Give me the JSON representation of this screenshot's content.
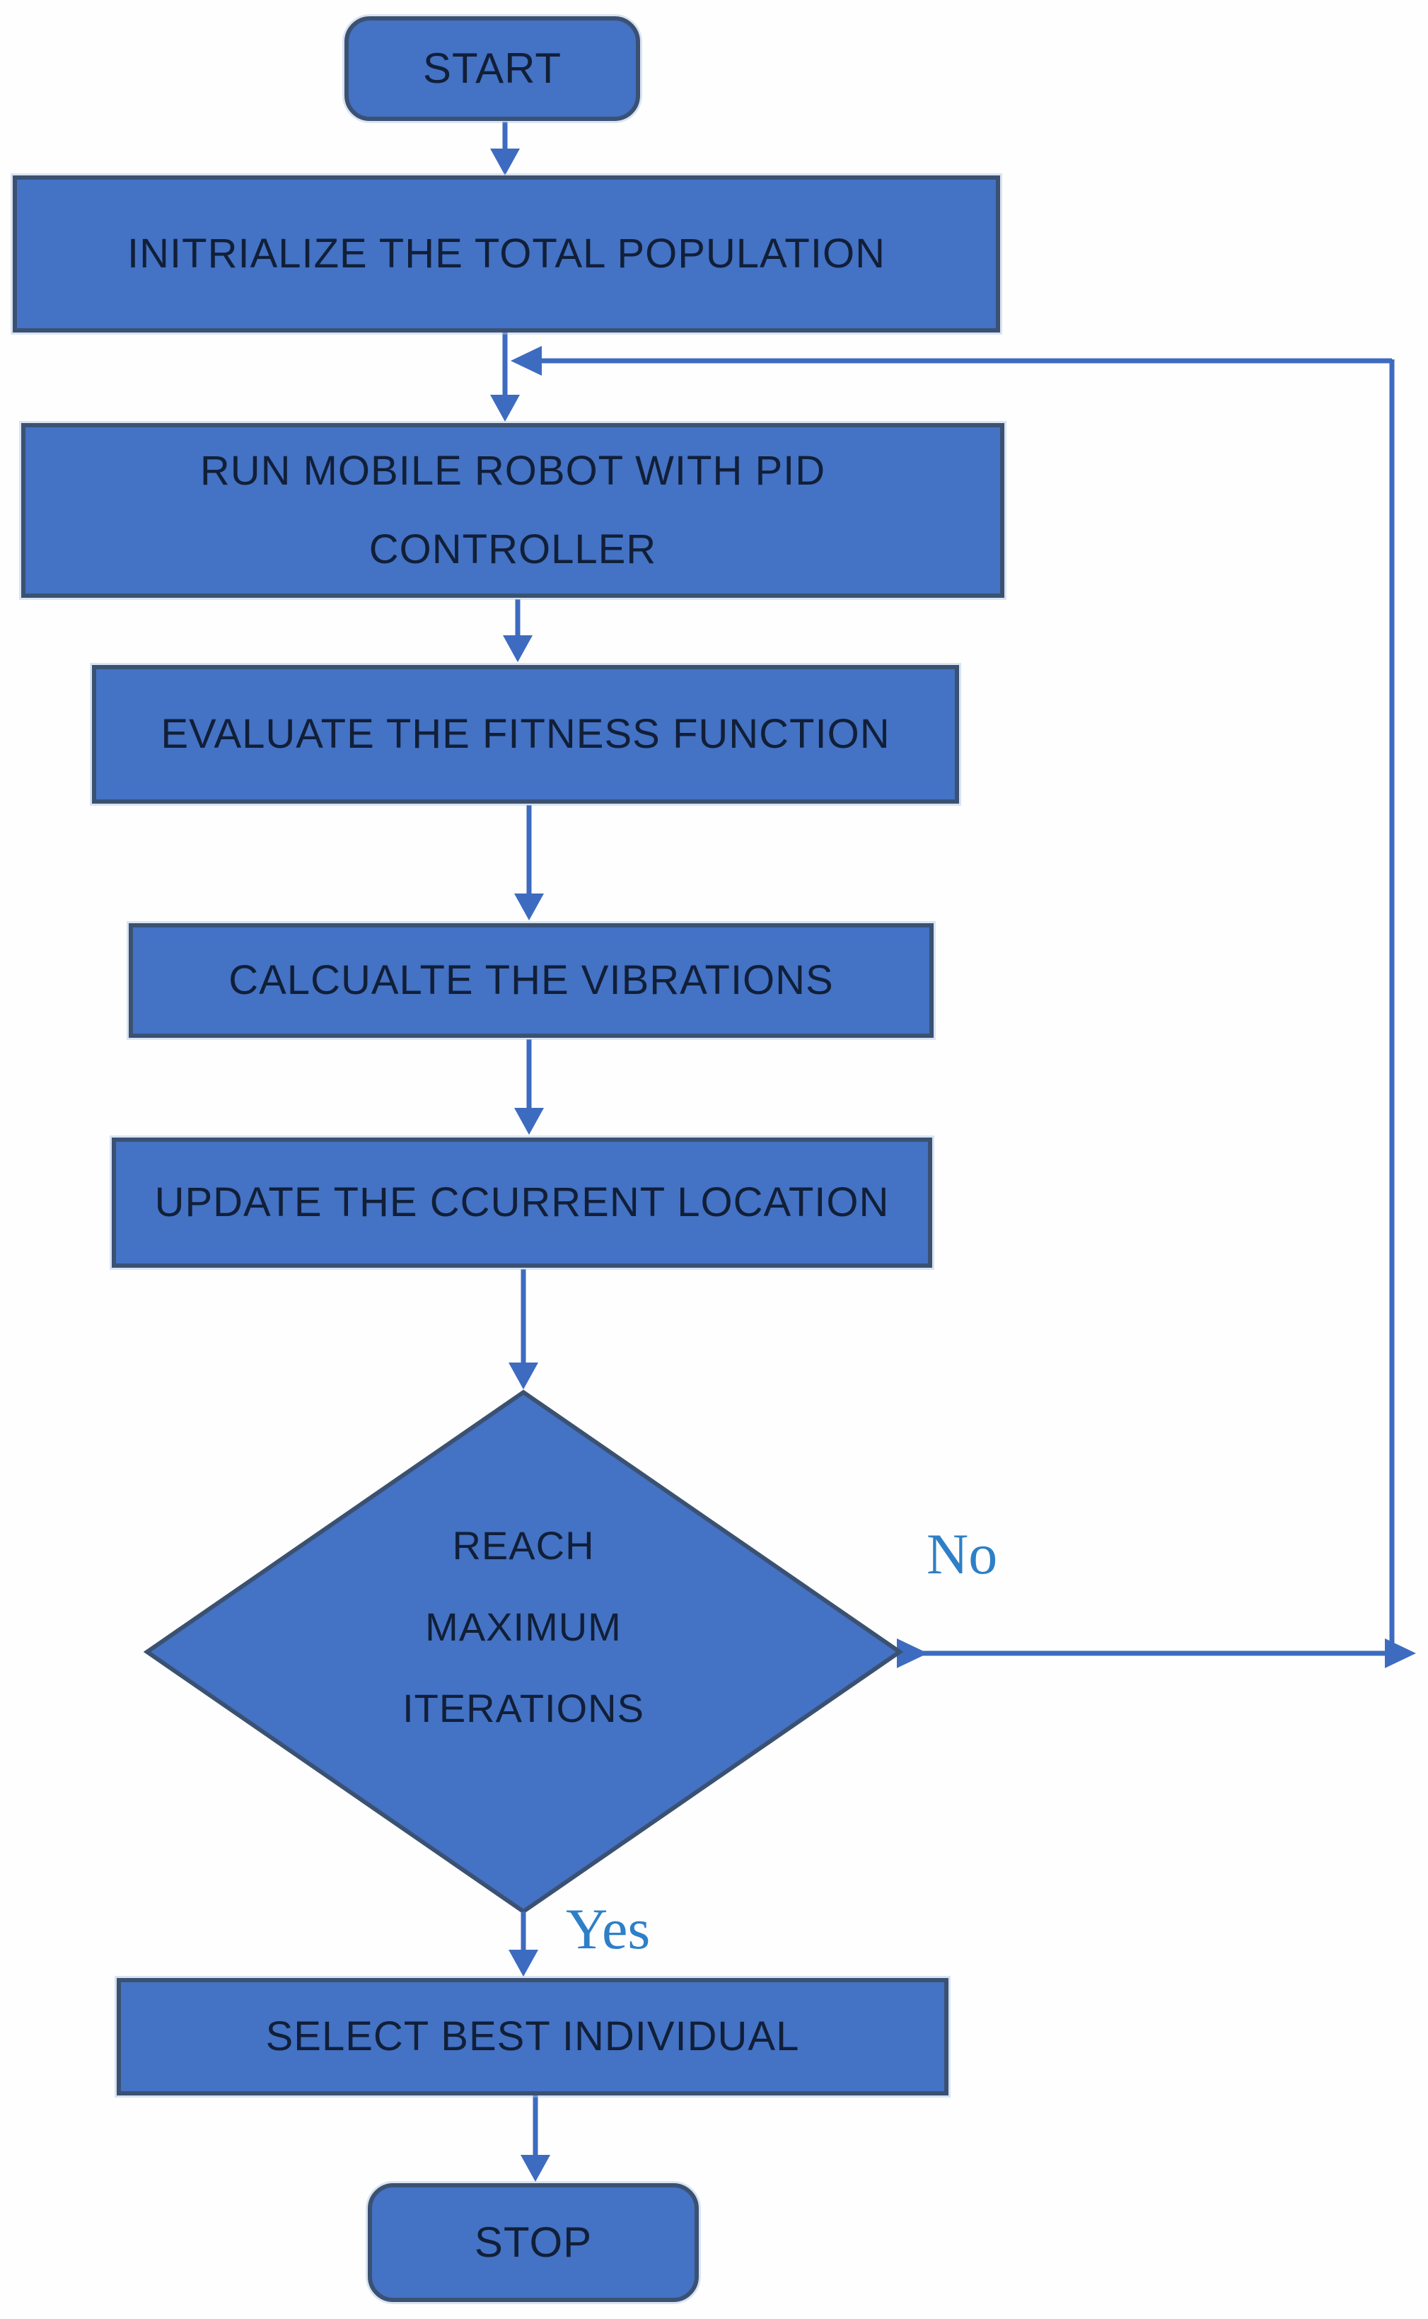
{
  "diagram": {
    "type": "flowchart",
    "colors": {
      "node_fill": "#4472C4",
      "node_border": "#3B5172",
      "node_text": "#111F38",
      "arrow": "#3D6BC0",
      "edge_label_text": "#2E7FC7",
      "background": "#FEFEFE"
    },
    "nodes": {
      "start": {
        "shape": "terminator",
        "label": "START"
      },
      "init": {
        "shape": "process",
        "label": "INITRIALIZE THE TOTAL POPULATION"
      },
      "run": {
        "shape": "process",
        "label": "RUN MOBILE ROBOT WITH PID CONTROLLER",
        "lines": [
          "RUN MOBILE ROBOT WITH PID",
          "CONTROLLER"
        ]
      },
      "evaluate": {
        "shape": "process",
        "label": "EVALUATE THE FITNESS FUNCTION"
      },
      "calculate": {
        "shape": "process",
        "label": "CALCUALTE THE VIBRATIONS"
      },
      "update": {
        "shape": "process",
        "label": "UPDATE THE CCURRENT LOCATION"
      },
      "decision": {
        "shape": "decision",
        "label": "REACH MAXIMUM ITERATIONS",
        "lines": [
          "REACH",
          "MAXIMUM",
          "ITERATIONS"
        ]
      },
      "select": {
        "shape": "process",
        "label": "SELECT BEST INDIVIDUAL"
      },
      "stop": {
        "shape": "terminator",
        "label": "STOP"
      }
    },
    "edge_labels": {
      "no": "No",
      "yes": "Yes"
    },
    "edges": [
      {
        "from": "start",
        "to": "init"
      },
      {
        "from": "init",
        "to": "run"
      },
      {
        "from": "run",
        "to": "evaluate"
      },
      {
        "from": "evaluate",
        "to": "calculate"
      },
      {
        "from": "calculate",
        "to": "update"
      },
      {
        "from": "update",
        "to": "decision"
      },
      {
        "from": "decision",
        "to": "run",
        "label": "No",
        "route": "right-side loop rejoining above run"
      },
      {
        "from": "decision",
        "to": "select",
        "label": "Yes"
      },
      {
        "from": "select",
        "to": "stop"
      }
    ]
  }
}
